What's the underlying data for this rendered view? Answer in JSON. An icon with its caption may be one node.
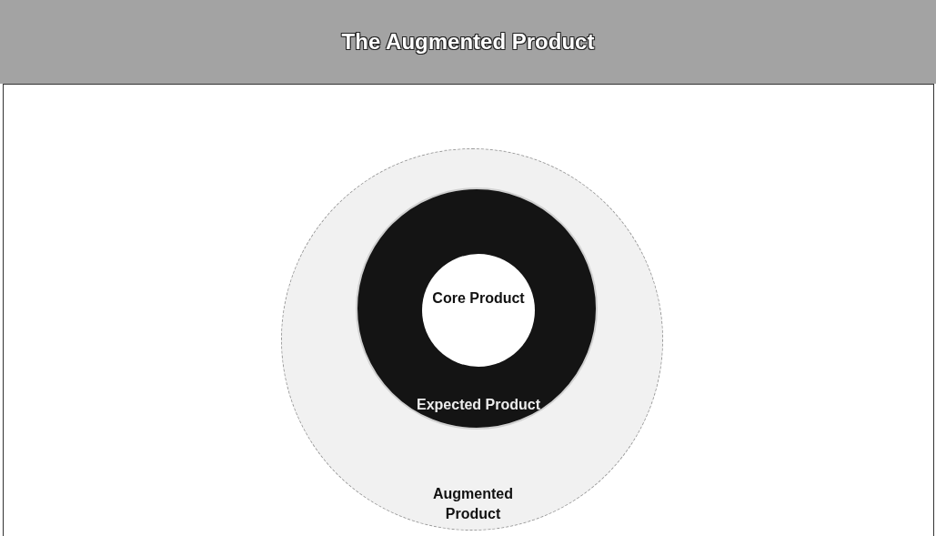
{
  "diagram": {
    "title": "The Augmented Product",
    "nodes": [
      {
        "text": [
          "Augmented Product"
        ]
      },
      {
        "text": [
          "Expected Product"
        ],
        "in": 0
      },
      {
        "text": [
          "Core Product"
        ],
        "in": 1
      }
    ]
  }
}
